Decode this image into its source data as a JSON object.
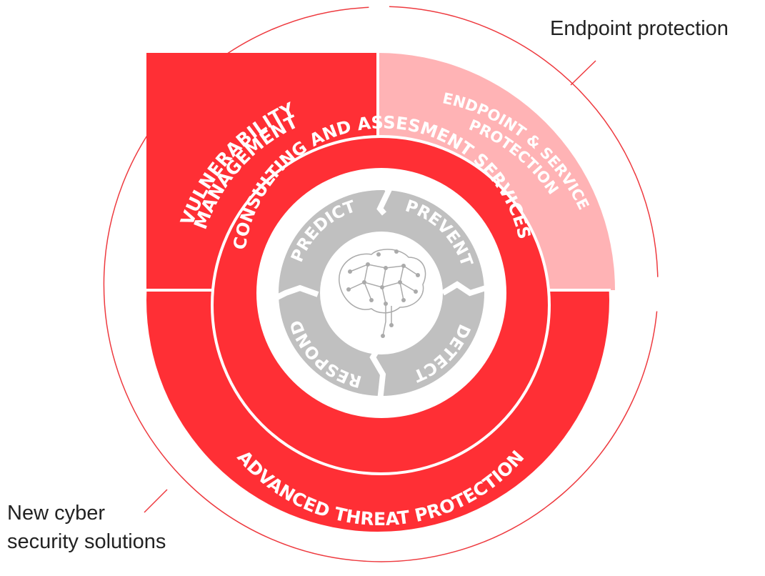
{
  "colors": {
    "red": "#ff2f35",
    "pink": "#ffb3b5",
    "gray": "#c0c0c0",
    "line": "#ee3a3f",
    "white": "#ffffff"
  },
  "callouts": {
    "endpoint": "Endpoint protection",
    "new_cyber_line1": "New cyber",
    "new_cyber_line2": "security solutions"
  },
  "segments": {
    "vulnerability_line1": "VULNERABILITY",
    "vulnerability_line2": "MANAGEMENT",
    "endpoint_line1": "ENDPOINT & SERVICE",
    "endpoint_line2": "PROTECTION",
    "consulting": "CONSULTING AND ASSESMENT SERVICES",
    "advanced": "ADVANCED THREAT PROTECTION"
  },
  "cycle": {
    "predict": "PREDICT",
    "prevent": "PREVENT",
    "detect": "DETECT",
    "respond": "RESPOND"
  },
  "icons": {
    "center": "brain-network-icon"
  }
}
